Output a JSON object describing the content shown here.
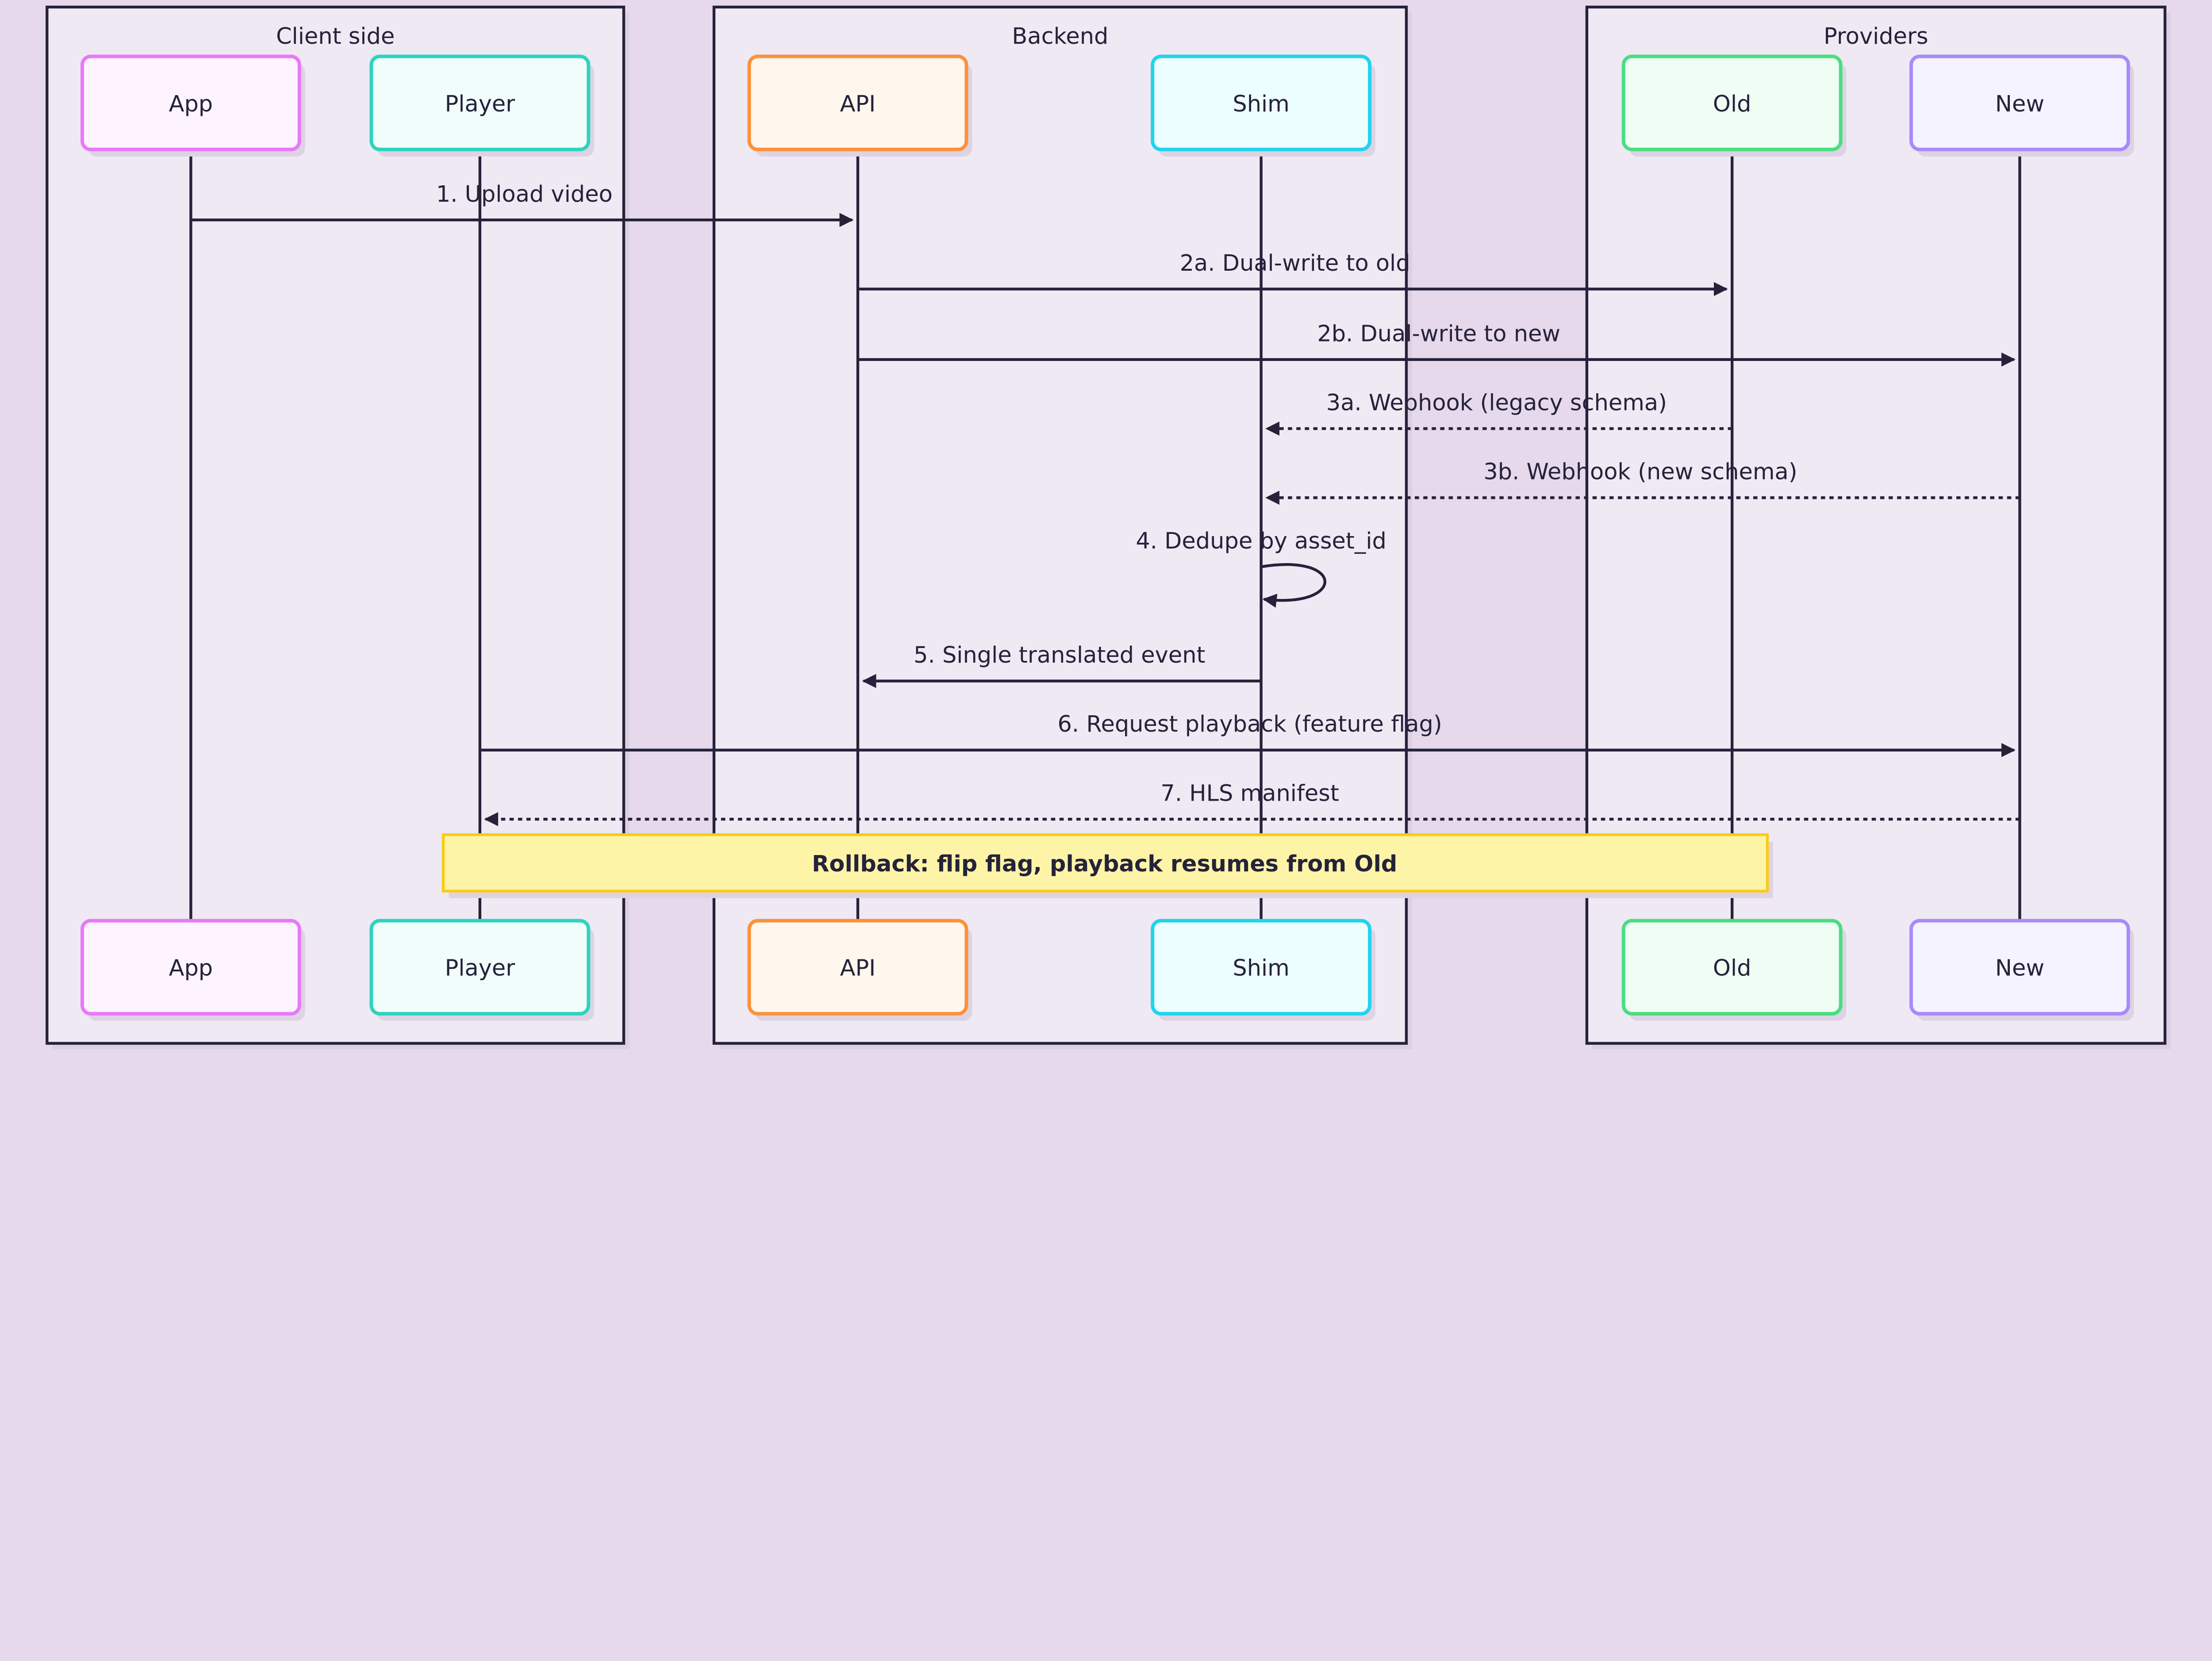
{
  "groups": [
    {
      "id": "client",
      "label": "Client side"
    },
    {
      "id": "backend",
      "label": "Backend"
    },
    {
      "id": "providers",
      "label": "Providers"
    }
  ],
  "participants": [
    {
      "id": "app",
      "label": "App",
      "group": "client",
      "stroke": "#e879f9",
      "fill": "#fdf4ff"
    },
    {
      "id": "player",
      "label": "Player",
      "group": "client",
      "stroke": "#2dd4bf",
      "fill": "#f0fdfa"
    },
    {
      "id": "api",
      "label": "API",
      "group": "backend",
      "stroke": "#fb923c",
      "fill": "#fff7ed"
    },
    {
      "id": "shim",
      "label": "Shim",
      "group": "backend",
      "stroke": "#22d3ee",
      "fill": "#ecfeff"
    },
    {
      "id": "old",
      "label": "Old",
      "group": "providers",
      "stroke": "#4ade80",
      "fill": "#f0fdf4"
    },
    {
      "id": "new",
      "label": "New",
      "group": "providers",
      "stroke": "#a78bfa",
      "fill": "#f5f3ff"
    }
  ],
  "messages": [
    {
      "from": "app",
      "to": "api",
      "label": "1. Upload video",
      "style": "solid"
    },
    {
      "from": "api",
      "to": "old",
      "label": "2a. Dual-write to old",
      "style": "solid"
    },
    {
      "from": "api",
      "to": "new",
      "label": "2b. Dual-write to new",
      "style": "solid"
    },
    {
      "from": "old",
      "to": "shim",
      "label": "3a. Webhook (legacy schema)",
      "style": "dashed"
    },
    {
      "from": "new",
      "to": "shim",
      "label": "3b. Webhook (new schema)",
      "style": "dashed"
    },
    {
      "from": "shim",
      "to": "shim",
      "label": "4. Dedupe by asset_id",
      "style": "solid"
    },
    {
      "from": "shim",
      "to": "api",
      "label": "5. Single translated event",
      "style": "solid"
    },
    {
      "from": "player",
      "to": "new",
      "label": "6. Request playback (feature flag)",
      "style": "solid"
    },
    {
      "from": "new",
      "to": "player",
      "label": "7. HLS manifest",
      "style": "dashed"
    }
  ],
  "note": {
    "text": "Rollback: flip flag, playback resumes from Old",
    "from": "player",
    "to": "old",
    "fill": "#fef4a8",
    "stroke": "#facc15"
  },
  "colors": {
    "background": "#e6d9ec",
    "group_fill": "#efe9f4",
    "line": "#25223a"
  }
}
